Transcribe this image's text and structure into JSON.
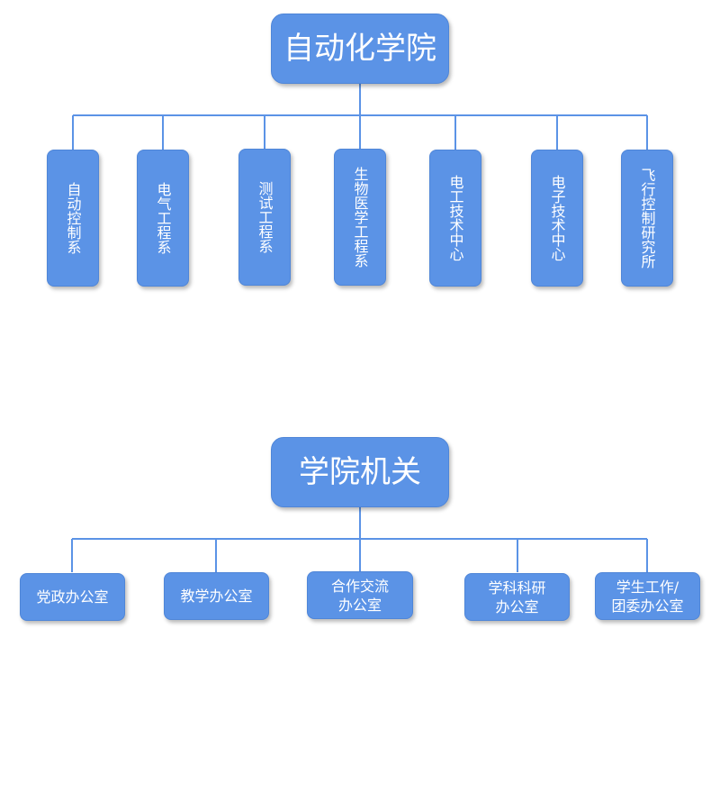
{
  "colors": {
    "box_fill": "#5b93e6",
    "box_border": "#4f86d8",
    "connector": "#5b93e6",
    "text": "#ffffff"
  },
  "charts": [
    {
      "root": {
        "label": "自动化学院"
      },
      "children": [
        {
          "label": "自动控制系"
        },
        {
          "label": "电气工程系"
        },
        {
          "label": "测试工程系"
        },
        {
          "label": "生物医学工程系"
        },
        {
          "label": "电工技术中心"
        },
        {
          "label": "电子技术中心"
        },
        {
          "label": "飞行控制研究所"
        }
      ]
    },
    {
      "root": {
        "label": "学院机关"
      },
      "children": [
        {
          "label": "党政办公室"
        },
        {
          "label": "教学办公室"
        },
        {
          "label": "合作交流\n办公室"
        },
        {
          "label": "学科科研\n办公室"
        },
        {
          "label": "学生工作/\n团委办公室"
        }
      ]
    }
  ]
}
